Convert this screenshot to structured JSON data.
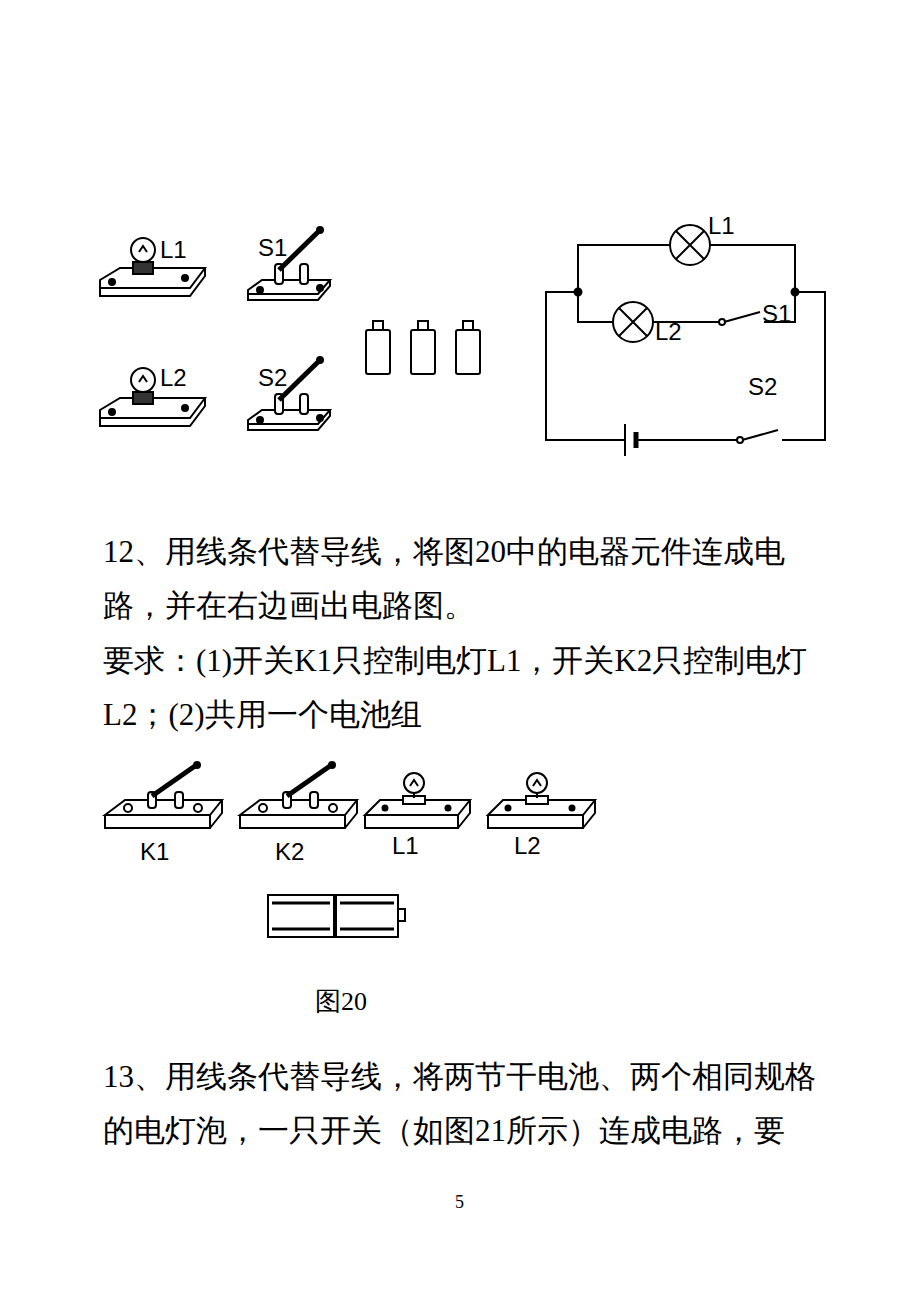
{
  "diagram": {
    "labels": [
      "L1",
      "S1",
      "L2",
      "S2",
      "L1",
      "L2",
      "S1",
      "S2",
      "12、用线条代替导线，将图20中的电器元件连成电路，并在右边画出电路图。",
      "要求：(1)开关K1只控制电灯L1，开关K2只控制电灯L2；(2)共用一个电池组",
      "K1",
      "K2",
      "L1",
      "L2",
      "图20",
      "13、用线条代替导线，将两节干电池、两个相同规格的电灯泡，一只开关（如图21所示）连成电路，要",
      "5"
    ]
  }
}
